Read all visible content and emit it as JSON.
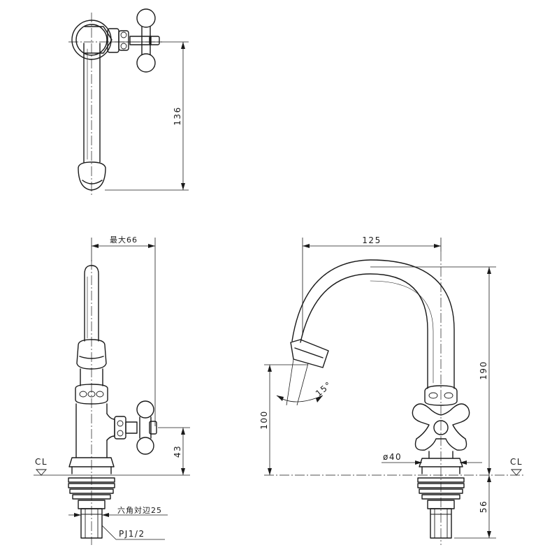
{
  "labels": {
    "top_height": "136",
    "max_width": "最大66",
    "reach": "125",
    "total_height": "190",
    "angle": "15°",
    "spout_height": "100",
    "handle_height": "43",
    "base_diameter": "ø40",
    "below_height": "56",
    "hex_across_flats": "六角対辺25",
    "thread": "PJ1/2",
    "cl_left": "CL",
    "cl_right": "CL"
  }
}
